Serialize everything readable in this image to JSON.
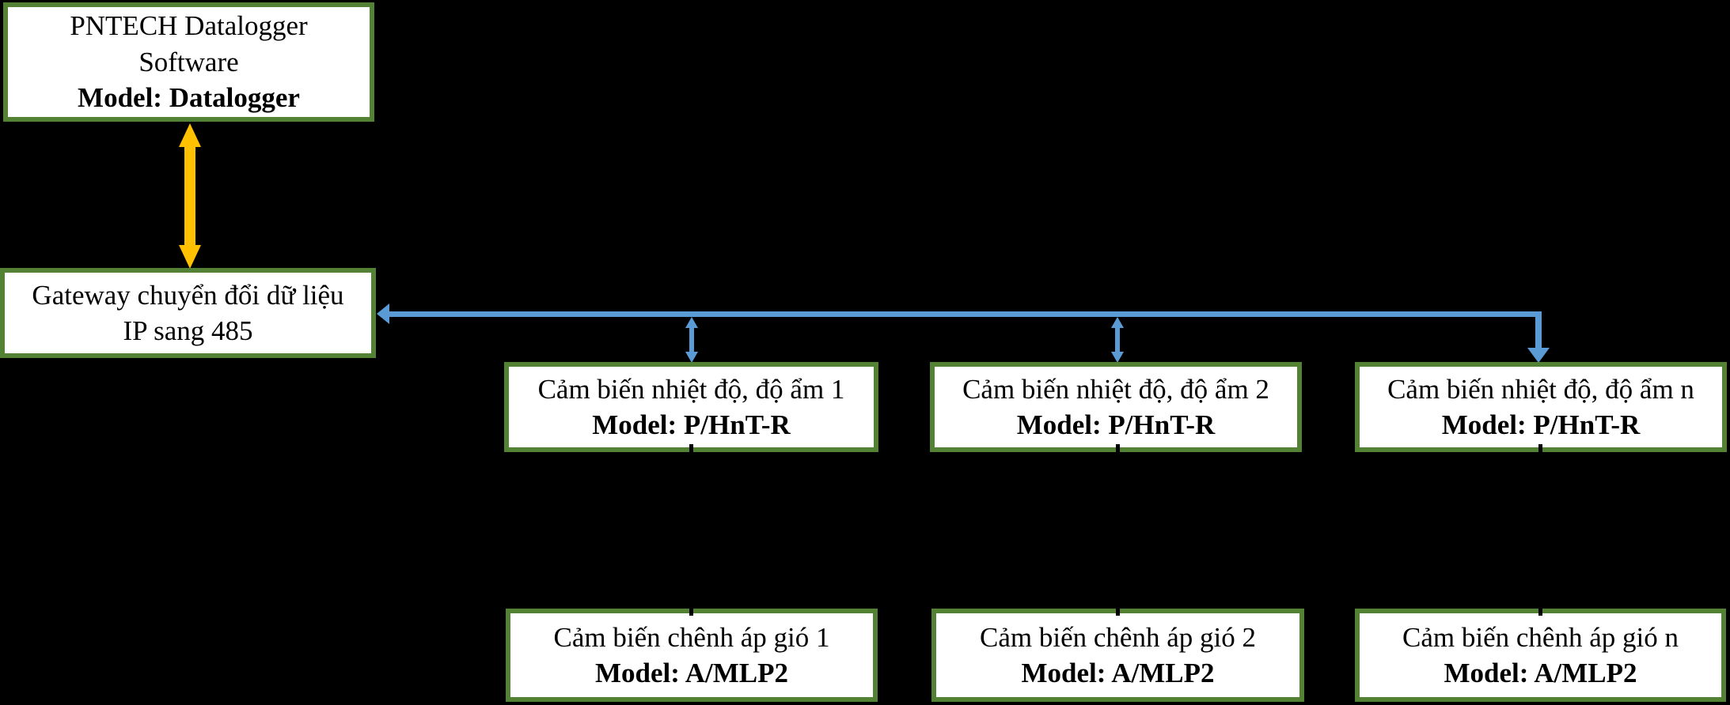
{
  "colors": {
    "background": "#000000",
    "box_border": "#548235",
    "box_fill": "#ffffff",
    "text": "#000000",
    "arrow_yellow": "#FFC000",
    "arrow_blue": "#5B9BD5",
    "connector_black": "#000000"
  },
  "nodes": {
    "software": {
      "line1": "PNTECH Datalogger",
      "line2": "Software",
      "model": "Model: Datalogger"
    },
    "gateway": {
      "line1": "Gateway chuyển đổi dữ liệu",
      "line2": "IP sang 485"
    },
    "temp_sensors": [
      {
        "label": "Cảm biến nhiệt độ, độ ẩm 1",
        "model": "Model: P/HnT-R"
      },
      {
        "label": "Cảm biến nhiệt độ, độ ẩm 2",
        "model": "Model: P/HnT-R"
      },
      {
        "label": "Cảm biến nhiệt độ, độ ẩm n",
        "model": "Model: P/HnT-R"
      }
    ],
    "pressure_sensors": [
      {
        "label": "Cảm biến chênh áp gió 1",
        "model": "Model: A/MLP2"
      },
      {
        "label": "Cảm biến chênh áp gió 2",
        "model": "Model: A/MLP2"
      },
      {
        "label": "Cảm biến chênh áp gió n",
        "model": "Model: A/MLP2"
      }
    ]
  }
}
